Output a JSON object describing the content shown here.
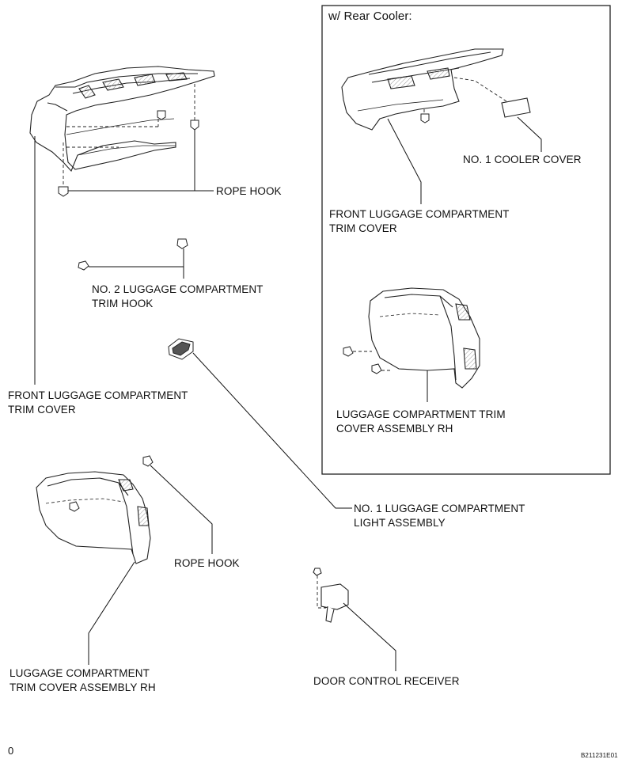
{
  "inset": {
    "title": "w/ Rear Cooler:"
  },
  "labels": {
    "rope_hook_top": "ROPE HOOK",
    "trim_hook_line1": "NO. 2 LUGGAGE COMPARTMENT",
    "trim_hook_line2": "TRIM HOOK",
    "front_trim_left_line1": "FRONT LUGGAGE COMPARTMENT",
    "front_trim_left_line2": "TRIM COVER",
    "rope_hook_bottom": "ROPE HOOK",
    "trim_rh_left_line1": "LUGGAGE COMPARTMENT",
    "trim_rh_left_line2": "TRIM COVER ASSEMBLY RH",
    "light_line1": "NO. 1 LUGGAGE COMPARTMENT",
    "light_line2": "LIGHT ASSEMBLY",
    "door_receiver": "DOOR CONTROL RECEIVER",
    "cooler_cover": "NO. 1 COOLER COVER",
    "front_trim_inset_line1": "FRONT LUGGAGE COMPARTMENT",
    "front_trim_inset_line2": "TRIM COVER",
    "trim_rh_inset_line1": "LUGGAGE COMPARTMENT TRIM",
    "trim_rh_inset_line2": "COVER ASSEMBLY RH"
  },
  "footer": {
    "page_number": "0",
    "figure_code": "B211231E01"
  }
}
